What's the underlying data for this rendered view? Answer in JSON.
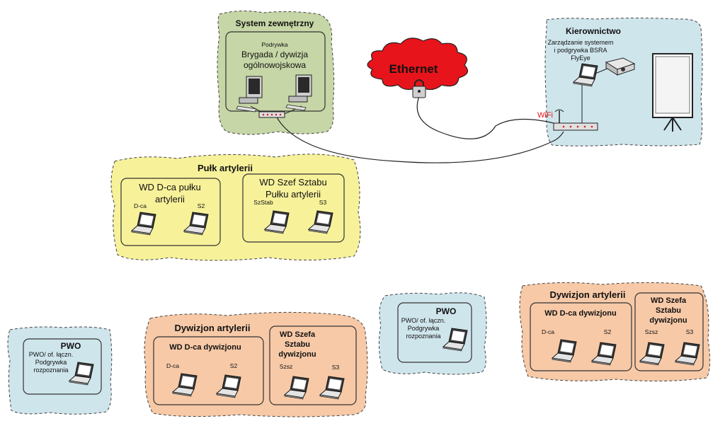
{
  "external": {
    "title": "System zewnętrzny",
    "sub_small": "Podrywka",
    "line1": "Brygada / dywizja",
    "line2": "ogólnowojskowa"
  },
  "cloud": {
    "label": "Ethernet"
  },
  "management": {
    "title": "Kierownictwo",
    "line1": "Zarządzanie systemem",
    "line2": "i podgrywka BSRA",
    "line3": "FlyEye",
    "wifi": "WiFi"
  },
  "regiment": {
    "title": "Pułk artylerii",
    "left_box_line1": "WD D-ca pułku",
    "left_box_line2": "artylerii",
    "left_l1": "D-ca",
    "left_l2": "S2",
    "right_box_line1": "WD Szef Sztabu",
    "right_box_line2": "Pułku artylerii",
    "right_l1": "SzStab",
    "right_l2": "S3"
  },
  "pwo_left": {
    "title": "PWO",
    "line1": "PWO/ of. łączn.",
    "line2": "Podgrywka",
    "line3": "rozpoznania"
  },
  "pwo_mid": {
    "title": "PWO",
    "line1": "PWO/ of. łączn.",
    "line2": "Podgrywka",
    "line3": "rozpoznania"
  },
  "battalion_left": {
    "title": "Dywizjon artylerii",
    "cmd_title": "WD D-ca dywizjonu",
    "cmd_l1": "D-ca",
    "cmd_l2": "S2",
    "staff_line1": "WD Szefa",
    "staff_line2": "Sztabu",
    "staff_line3": "dywizjonu",
    "staff_l1": "Szsz",
    "staff_l2": "S3"
  },
  "battalion_right": {
    "title": "Dywizjon artylerii",
    "cmd_title": "WD D-ca dywizjonu",
    "cmd_l1": "D-ca",
    "cmd_l2": "S2",
    "staff_line1": "WD Szefa",
    "staff_line2": "Sztabu",
    "staff_line3": "dywizjonu",
    "staff_l1": "Szsz",
    "staff_l2": "S3"
  },
  "colors": {
    "green_zone": "#c6d6a6",
    "blue_zone": "#cfe5ec",
    "yellow_zone": "#f7f19a",
    "orange_zone": "#f7c9a7",
    "cloud": "#e8141b",
    "wifi": "#e8141b"
  }
}
